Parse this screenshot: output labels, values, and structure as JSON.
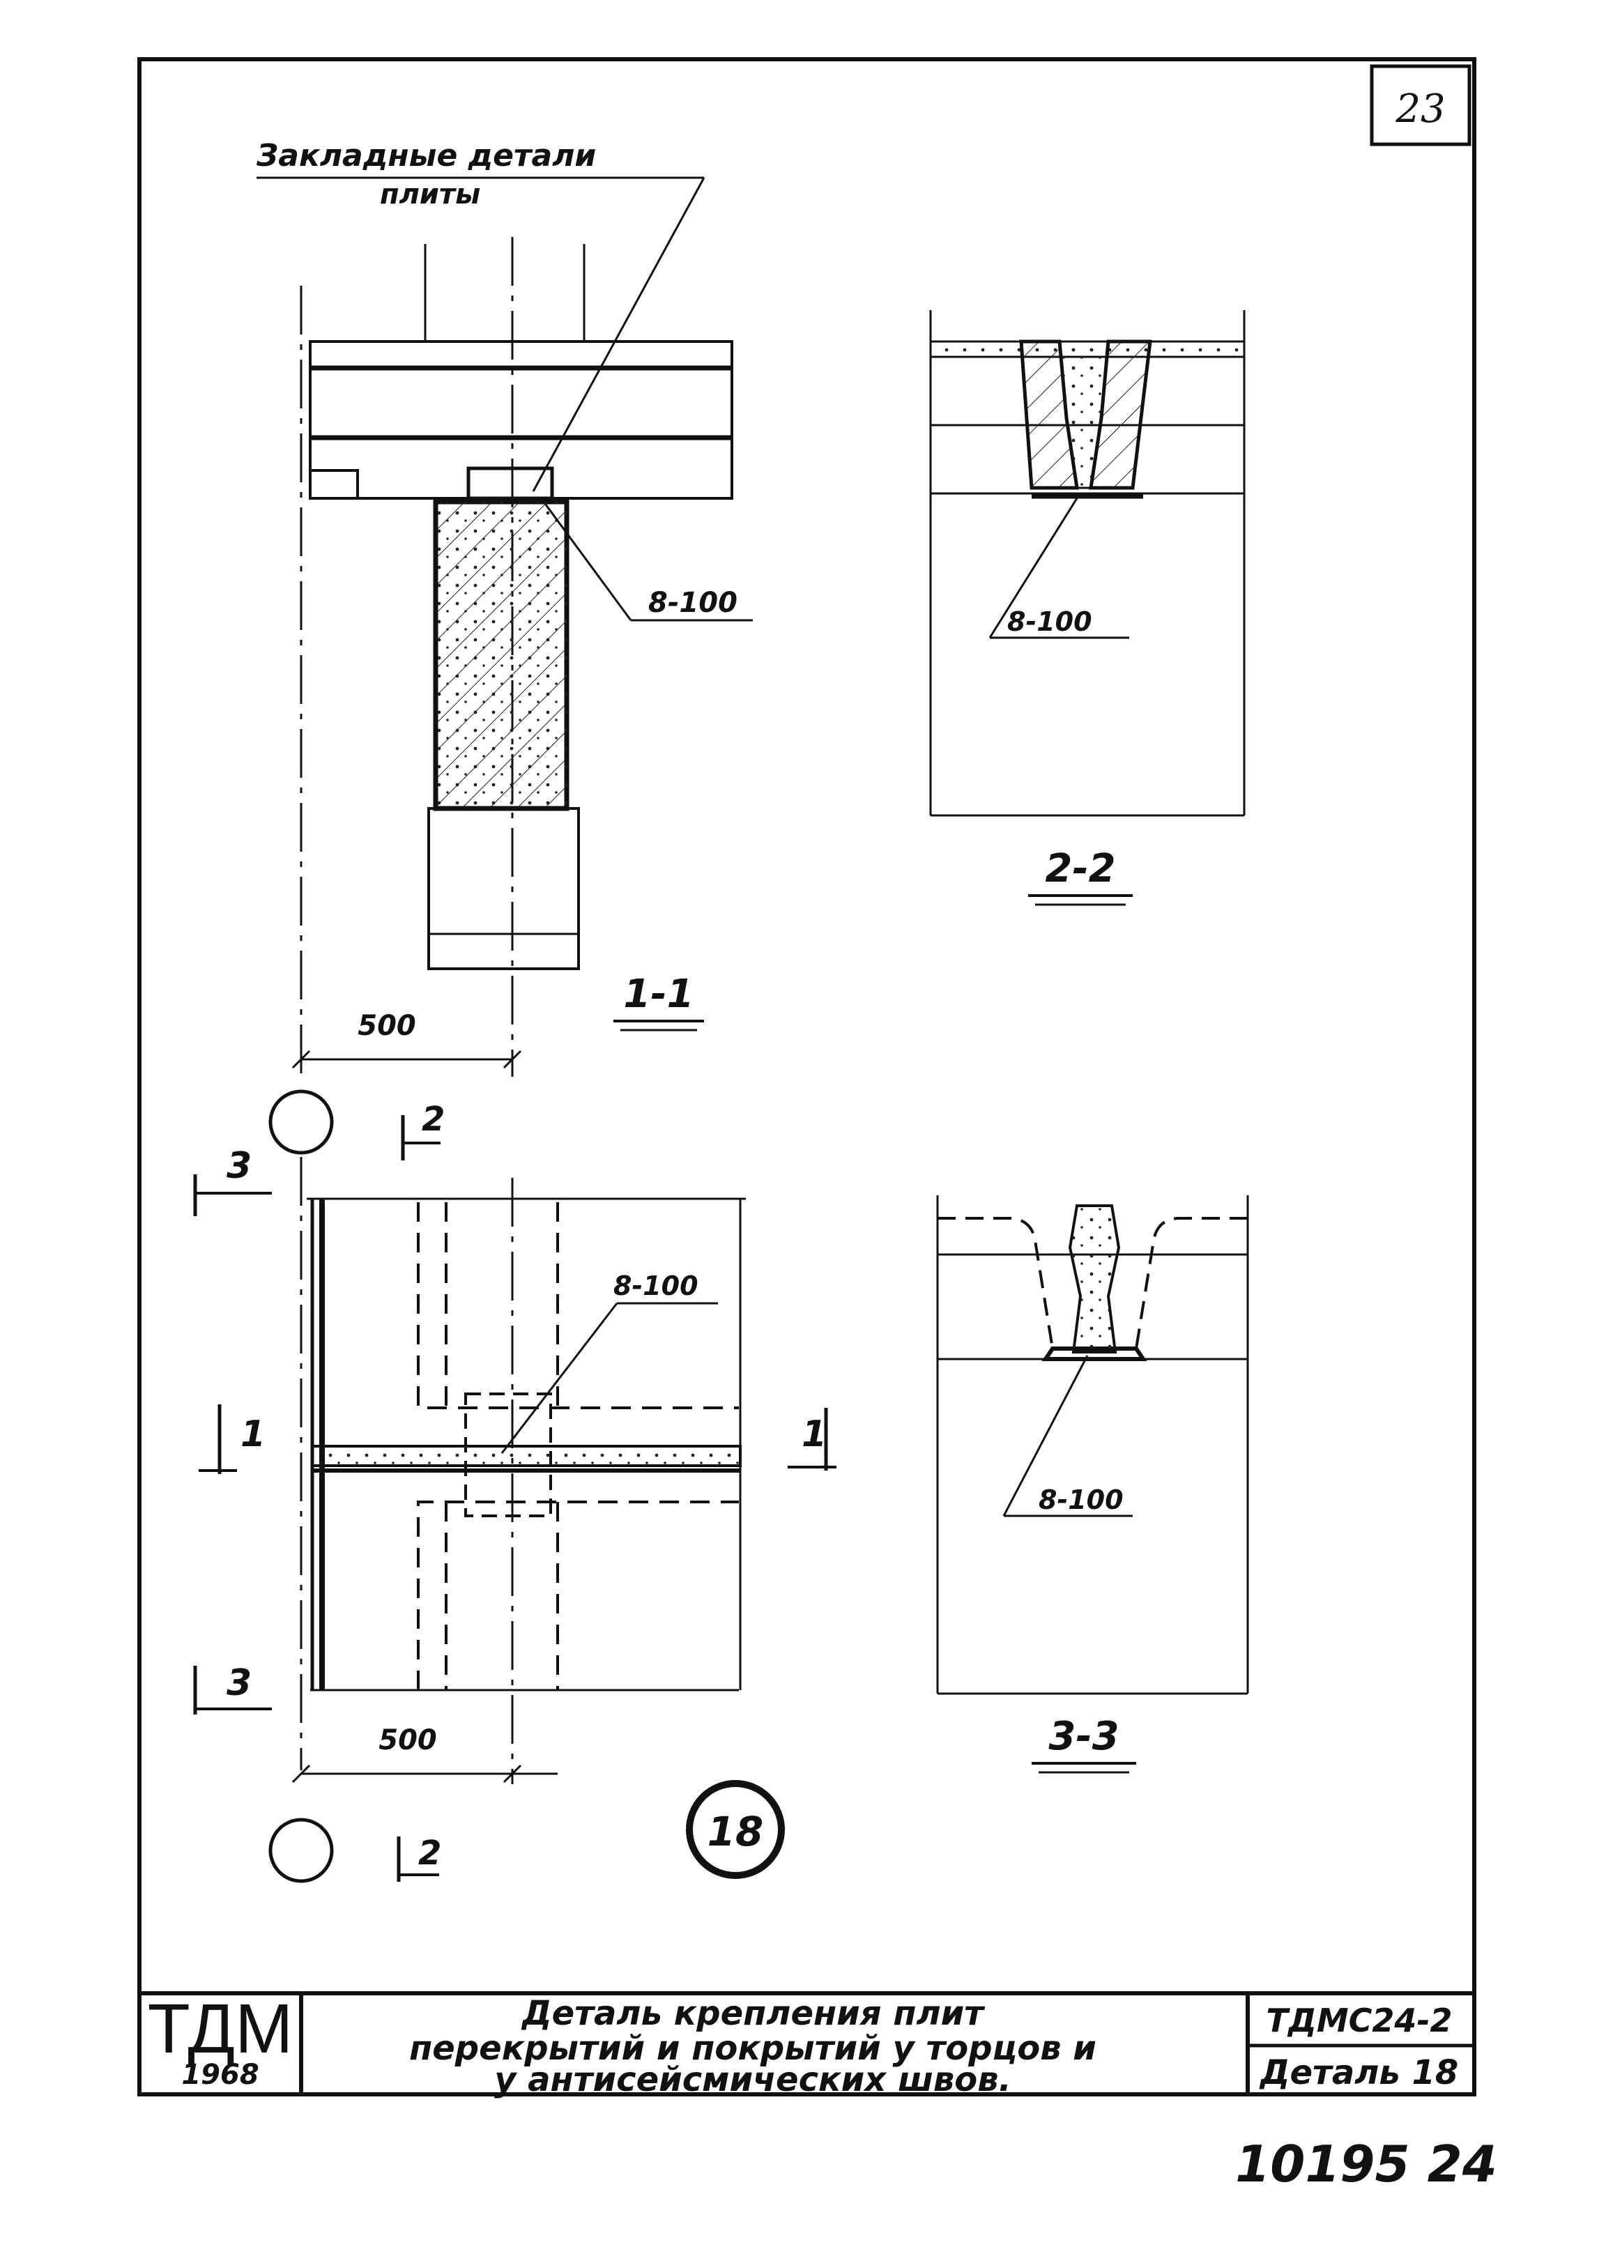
{
  "sheet": {
    "page_number": "23",
    "stamp_code": "10195 24"
  },
  "callouts": {
    "embedded_parts_line1": "Закладные детали",
    "embedded_parts_line2": "плиты",
    "weld_1_1": "8-100",
    "weld_2_2": "8-100",
    "weld_plan": "8-100",
    "weld_3_3": "8-100"
  },
  "sections": {
    "s11": "1-1",
    "s22": "2-2",
    "s33": "3-3"
  },
  "dimensions": {
    "dim_top": "500",
    "dim_bottom": "500"
  },
  "section_marks": {
    "mark_2_top": "2",
    "mark_2_bottom": "2",
    "mark_3_top": "3",
    "mark_3_bottom": "3",
    "mark_1_left": "1",
    "mark_1_right": "1"
  },
  "detail_marker": "18",
  "title_block": {
    "org": "ТДМ",
    "year": "1968",
    "title_line1": "Деталь крепления плит",
    "title_line2": "перекрытий и покрытий у торцов и",
    "title_line3": "у антисейсмических швов.",
    "series": "ТДМС24-2",
    "detail_label": "Деталь 18"
  }
}
